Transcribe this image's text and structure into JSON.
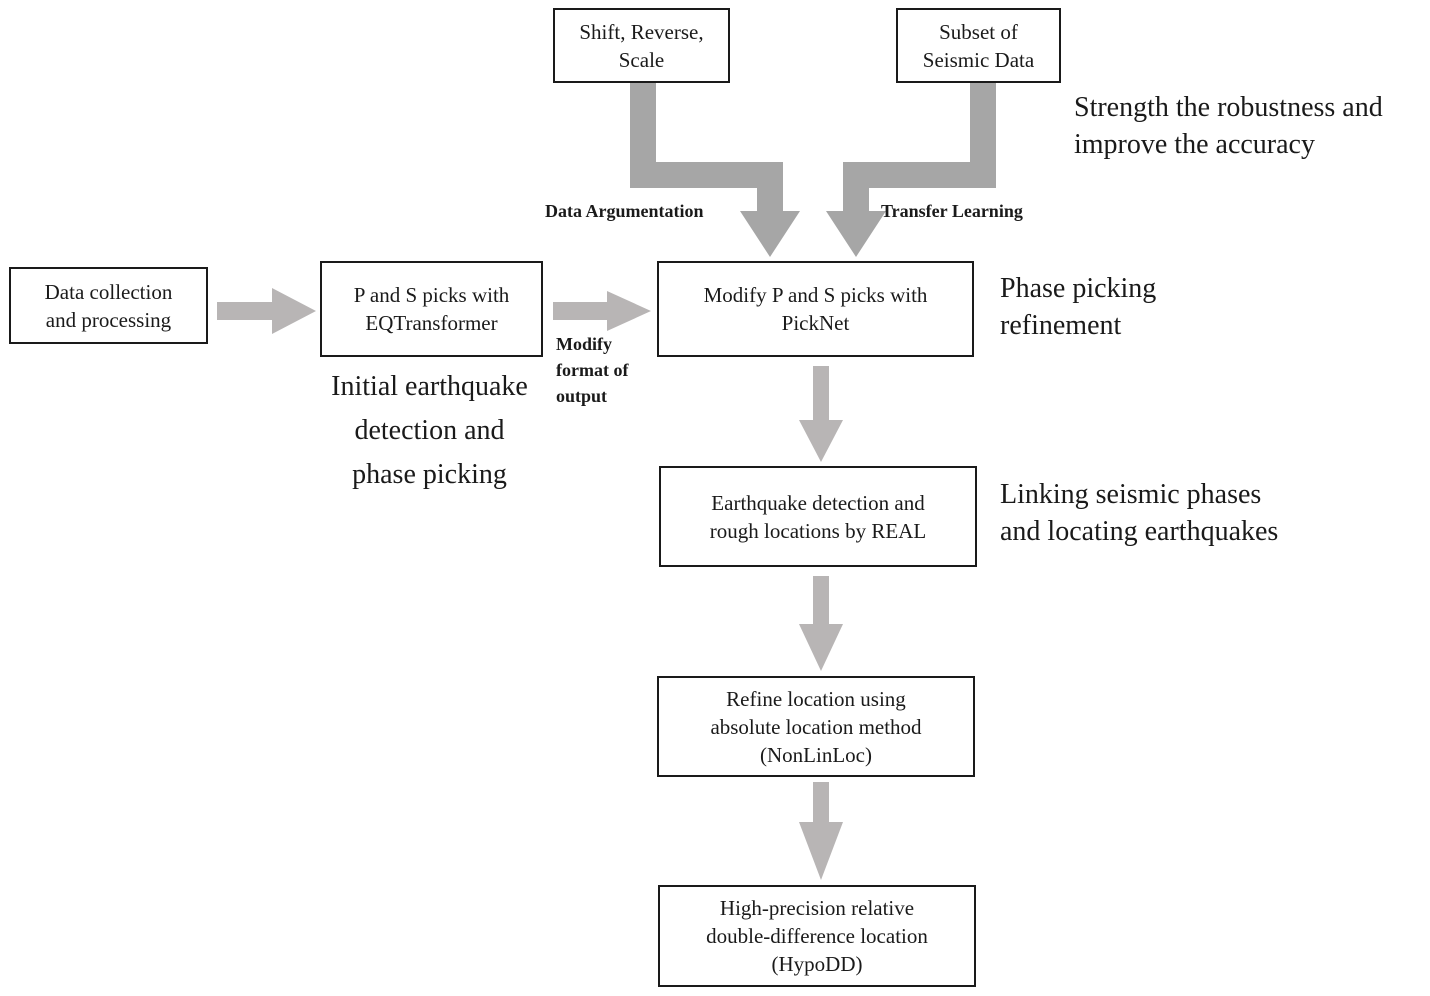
{
  "colors": {
    "arrow": "#a6a6a6",
    "arrow_light": "#b8b5b5",
    "box_border": "#1a1a1a"
  },
  "boxes": {
    "shift": [
      "Shift, Reverse,",
      "Scale"
    ],
    "subset": [
      "Subset of",
      "Seismic Data"
    ],
    "collection": [
      "Data collection",
      "and processing"
    ],
    "eqt": [
      "P and S picks with",
      "EQTransformer"
    ],
    "picknet": [
      "Modify P and S picks with",
      "PickNet"
    ],
    "real": [
      "Earthquake detection and",
      "rough locations by REAL"
    ],
    "nonlinloc": [
      "Refine location using",
      "absolute location method",
      "(NonLinLoc)"
    ],
    "hypodd": [
      "High-precision relative",
      "double-difference location",
      "(HypoDD)"
    ]
  },
  "labels": {
    "augmentation": "Data Argumentation",
    "transfer": "Transfer Learning",
    "modify_format": [
      "Modify",
      "format of",
      "output"
    ]
  },
  "notes": {
    "robustness": [
      "Strength the robustness and",
      "improve the accuracy"
    ],
    "phase_refine": [
      "Phase picking",
      "refinement"
    ],
    "initial": [
      "Initial earthquake",
      "detection and",
      "phase picking"
    ],
    "linking": [
      "Linking seismic phases",
      "and locating earthquakes"
    ]
  }
}
